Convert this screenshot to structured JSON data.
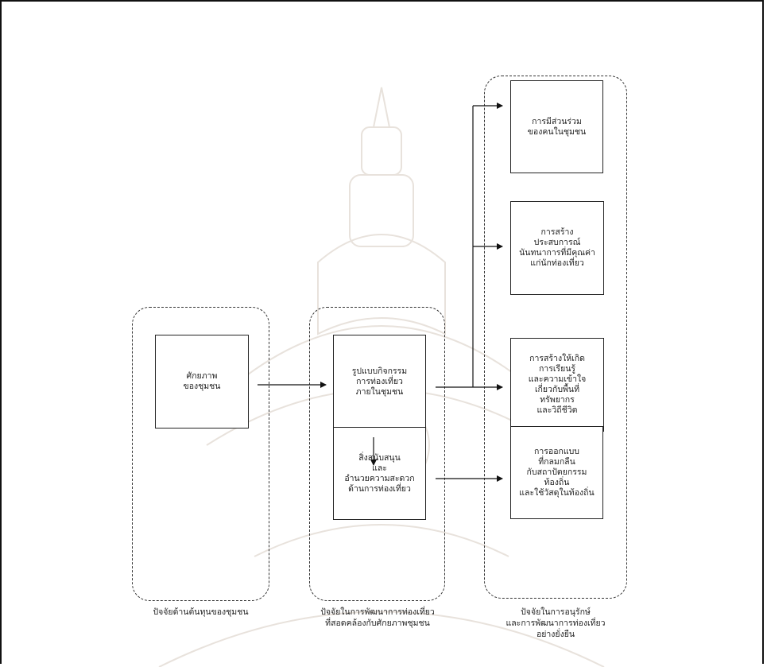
{
  "nodes": {
    "community_potential": "ศักยภาพ\nของชุมชน",
    "tourism_activity": "รูปแบบกิจกรรม\nการท่องเที่ยว\nภายในชุมชน",
    "tourism_facilities": "สิ่งสนับสนุน\nและ\nอำนวยความสะดวก\nด้านการท่องเที่ยว",
    "participation": "การมีส่วนร่วม\nของคนในชุมชน",
    "experience": "การสร้าง\nประสบการณ์\nนันทนาการที่มีคุณค่า\nแก่นักท่องเที่ยว",
    "learning": "การสร้างให้เกิด\nการเรียนรู้\nและความเข้าใจ\nเกี่ยวกับพื้นที่\nทรัพยากร\nและวิถีชีวิต",
    "design": "การออกแบบ\nที่กลมกลืน\nกับสถาปัตยกรรม\nท้องถิ่น\nและใช้วัสดุในท้องถิ่น"
  },
  "captions": {
    "group1": "ปัจจัยด้านต้นทุนของชุมชน",
    "group2": "ปัจจัยในการพัฒนาการท่องเที่ยว\nที่สอดคล้องกับศักยภาพชุมชน",
    "group3": "ปัจจัยในการอนุรักษ์\nและการพัฒนาการท่องเที่ยว\nอย่างยั่งยืน"
  }
}
